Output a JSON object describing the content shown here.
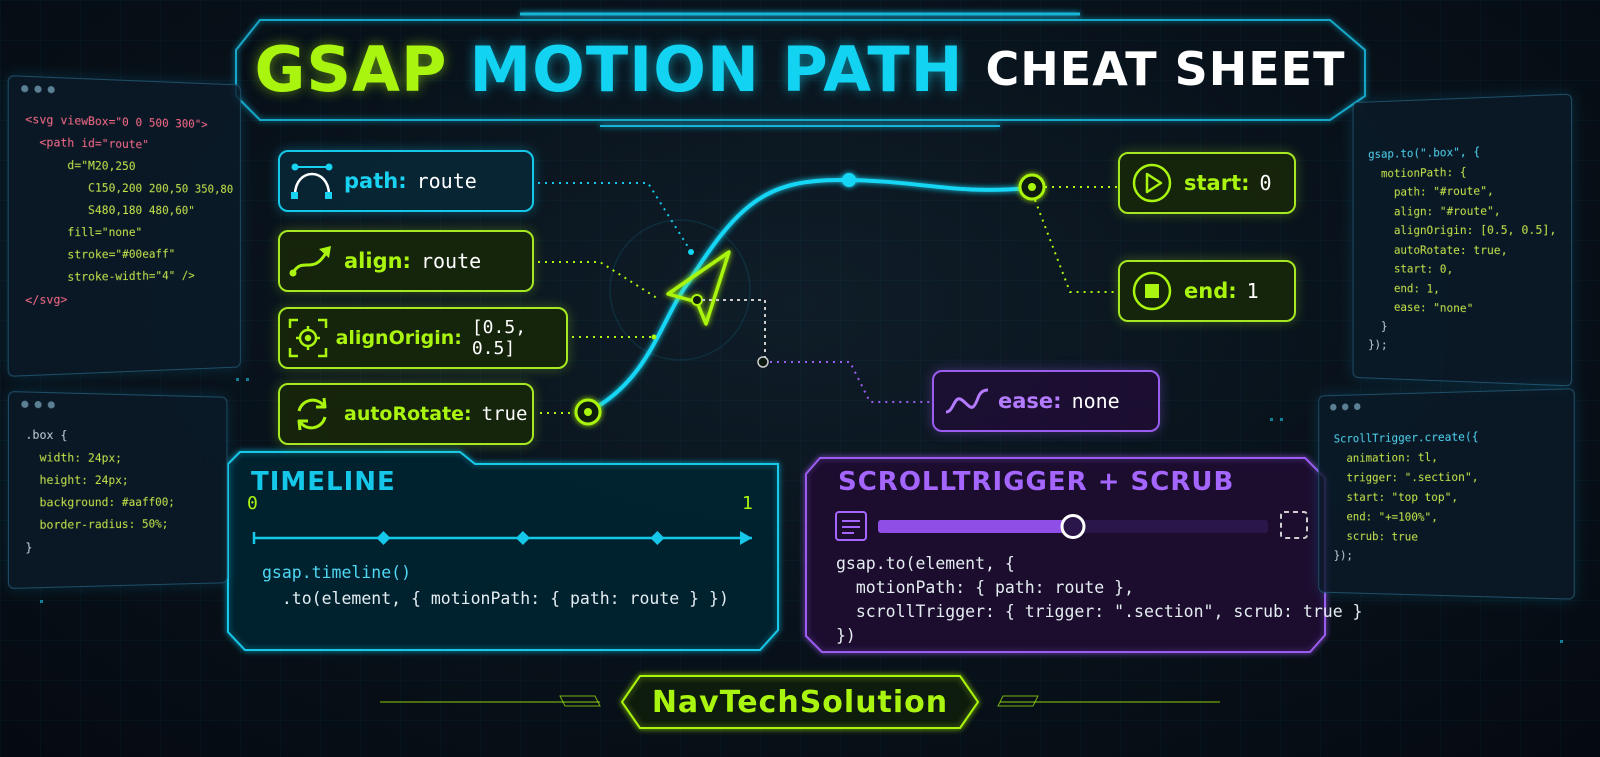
{
  "title": {
    "part1": "GSAP",
    "part2": "MOTION PATH",
    "part3": "CHEAT SHEET"
  },
  "properties": {
    "path": {
      "key": "path:",
      "value": "route",
      "icon": "bezier-curve-icon"
    },
    "align": {
      "key": "align:",
      "value": "route",
      "icon": "curved-arrow-icon"
    },
    "alignOrigin": {
      "key": "alignOrigin:",
      "value": "[0.5, 0.5]",
      "icon": "crosshair-target-icon"
    },
    "autoRotate": {
      "key": "autoRotate:",
      "value": "true",
      "icon": "rotate-arrows-icon"
    },
    "start": {
      "key": "start:",
      "value": "0",
      "icon": "play-icon"
    },
    "end": {
      "key": "end:",
      "value": "1",
      "icon": "stop-icon"
    },
    "ease": {
      "key": "ease:",
      "value": "none",
      "icon": "wave-curve-icon"
    }
  },
  "timeline": {
    "heading": "TIMELINE",
    "start_label": "0",
    "end_label": "1",
    "code_line1": "gsap.timeline()",
    "code_line2": "  .to(element, { motionPath: { path: route } })"
  },
  "scrolltrigger": {
    "heading": "SCROLLTRIGGER + SCRUB",
    "progress": 0.5,
    "code_line1": "gsap.to(element, {",
    "code_line2": "  motionPath: { path: route },",
    "code_line3": "  scrollTrigger: { trigger: \".section\", scrub: true }",
    "code_line4": "})"
  },
  "code_windows": {
    "svg_code": [
      "<svg viewBox=\"0 0 500 300\">",
      "  <path id=\"route\"",
      "      d=\"M20,250",
      "         C150,200 200,50 350,80",
      "         S480,180 480,60\"",
      "      fill=\"none\"",
      "      stroke=\"#00eaff\"",
      "      stroke-width=\"4\" />",
      "</svg>"
    ],
    "css_code": [
      ".box {",
      "  width: 24px;",
      "  height: 24px;",
      "  background: #aaff00;",
      "  border-radius: 50%;",
      "}"
    ],
    "gsap_code": [
      "gsap.to(\".box\", {",
      "  motionPath: {",
      "    path: \"#route\",",
      "    align: \"#route\",",
      "    alignOrigin: [0.5, 0.5],",
      "    autoRotate: true,",
      "    start: 0,",
      "    end: 1,",
      "    ease: \"none\"",
      "  }",
      "});"
    ],
    "scroll_code": [
      "ScrollTrigger.create({",
      "  animation: tl,",
      "  trigger: \".section\",",
      "  start: \"top top\",",
      "  end: \"+=100%\",",
      "  scrub: true",
      "});"
    ]
  },
  "footer": {
    "brand": "NavTechSolution"
  },
  "colors": {
    "lime": "#aaf50f",
    "cyan": "#15c8ea",
    "purple": "#9b5cf0",
    "background": "#08111a"
  }
}
